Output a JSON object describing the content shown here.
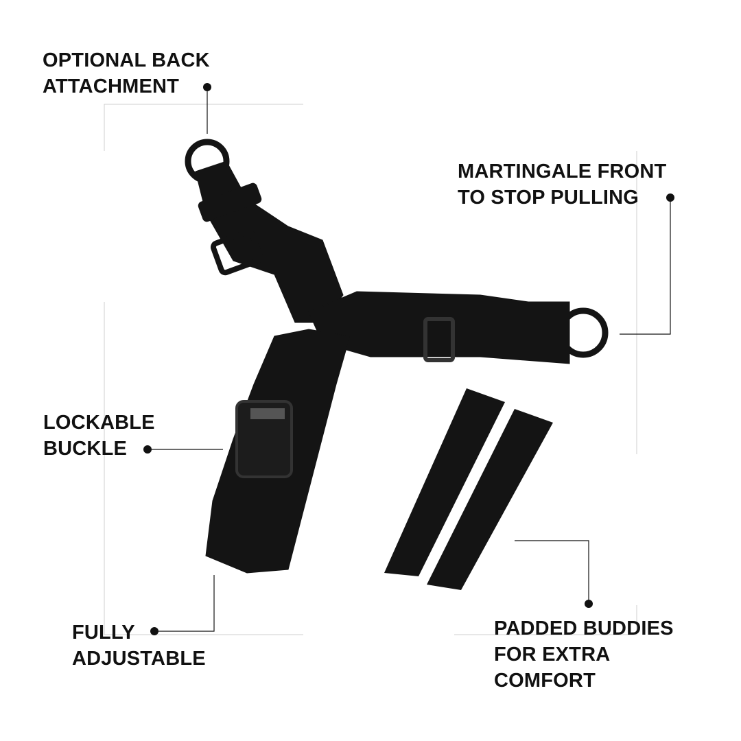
{
  "callouts": {
    "back_attachment": {
      "lines": [
        "OPTIONAL BACK",
        "ATTACHMENT"
      ]
    },
    "martingale": {
      "lines": [
        "MARTINGALE FRONT",
        "TO STOP PULLING"
      ]
    },
    "buckle": {
      "lines": [
        "LOCKABLE",
        "BUCKLE"
      ]
    },
    "adjustable": {
      "lines": [
        "FULLY",
        "ADJUSTABLE"
      ]
    },
    "padded": {
      "lines": [
        "PADDED BUDDIES",
        "FOR EXTRA",
        "COMFORT"
      ]
    }
  },
  "colors": {
    "text": "#111111",
    "product": "#141414",
    "frame_lines": "#cccccc",
    "leader_lines": "#111111"
  }
}
